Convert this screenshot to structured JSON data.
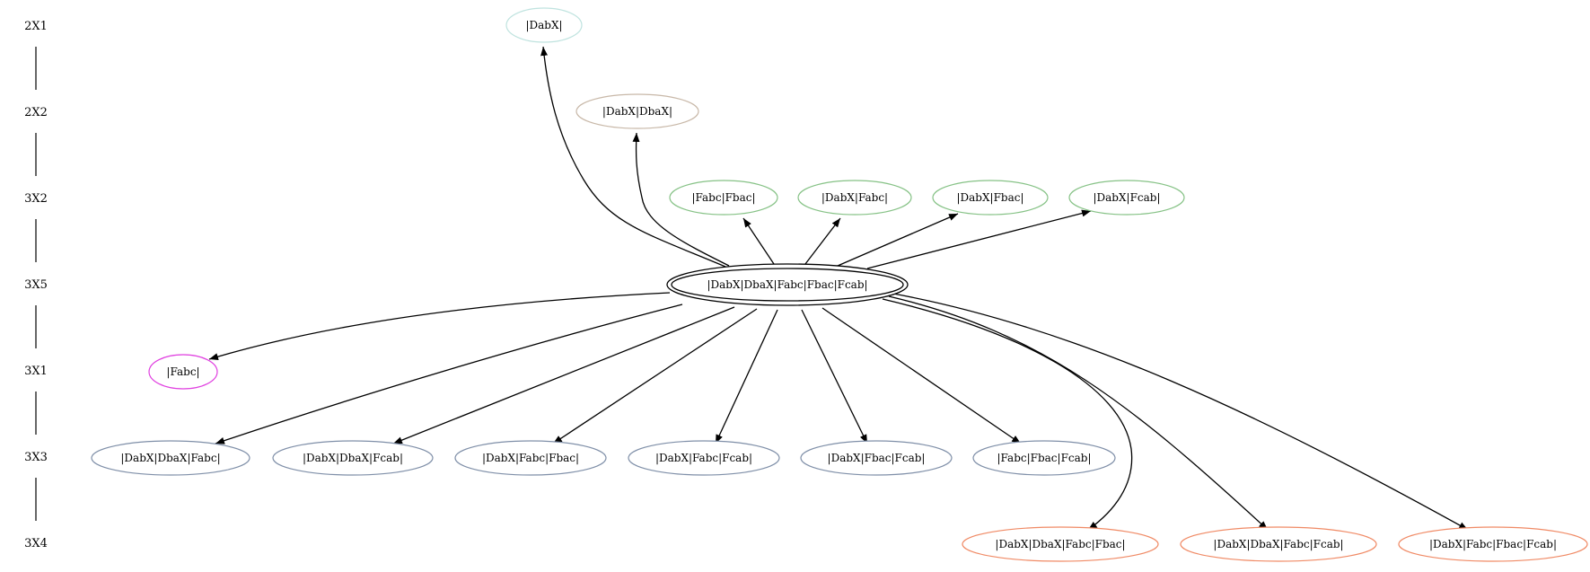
{
  "ranks": [
    {
      "id": "r1",
      "label": "2X1"
    },
    {
      "id": "r2",
      "label": "2X2"
    },
    {
      "id": "r3",
      "label": "3X2"
    },
    {
      "id": "r4",
      "label": "3X5"
    },
    {
      "id": "r5",
      "label": "3X1"
    },
    {
      "id": "r6",
      "label": "3X3"
    },
    {
      "id": "r7",
      "label": "3X4"
    }
  ],
  "nodes": [
    {
      "id": "n_dabx",
      "label": "|DabX|",
      "rank": "2X1",
      "color": "#bfe3df"
    },
    {
      "id": "n_dabx_dbax",
      "label": "|DabX|DbaX|",
      "rank": "2X2",
      "color": "#c8b8a8"
    },
    {
      "id": "n_fabc_fbac",
      "label": "|Fabc|Fbac|",
      "rank": "3X2",
      "color": "#86c286"
    },
    {
      "id": "n_dabx_fabc",
      "label": "|DabX|Fabc|",
      "rank": "3X2",
      "color": "#86c286"
    },
    {
      "id": "n_dabx_fbac",
      "label": "|DabX|Fbac|",
      "rank": "3X2",
      "color": "#86c286"
    },
    {
      "id": "n_dabx_fcab",
      "label": "|DabX|Fcab|",
      "rank": "3X2",
      "color": "#86c286"
    },
    {
      "id": "n_center",
      "label": "|DabX|DbaX|Fabc|Fbac|Fcab|",
      "rank": "3X5",
      "color": "#000000",
      "double": true
    },
    {
      "id": "n_fabc",
      "label": "|Fabc|",
      "rank": "3X1",
      "color": "#e040e0"
    },
    {
      "id": "n_dabx_dbax_fabc",
      "label": "|DabX|DbaX|Fabc|",
      "rank": "3X3",
      "color": "#7f8fa8"
    },
    {
      "id": "n_dabx_dbax_fcab",
      "label": "|DabX|DbaX|Fcab|",
      "rank": "3X3",
      "color": "#7f8fa8"
    },
    {
      "id": "n_dabx_fabc_fbac",
      "label": "|DabX|Fabc|Fbac|",
      "rank": "3X3",
      "color": "#7f8fa8"
    },
    {
      "id": "n_dabx_fabc_fcab",
      "label": "|DabX|Fabc|Fcab|",
      "rank": "3X3",
      "color": "#7f8fa8"
    },
    {
      "id": "n_dabx_fbac_fcab",
      "label": "|DabX|Fbac|Fcab|",
      "rank": "3X3",
      "color": "#7f8fa8"
    },
    {
      "id": "n_fabc_fbac_fcab",
      "label": "|Fabc|Fbac|Fcab|",
      "rank": "3X3",
      "color": "#7f8fa8"
    },
    {
      "id": "n_dabx_dbax_fabc_fbac",
      "label": "|DabX|DbaX|Fabc|Fbac|",
      "rank": "3X4",
      "color": "#f08a65"
    },
    {
      "id": "n_dabx_dbax_fabc_fcab",
      "label": "|DabX|DbaX|Fabc|Fcab|",
      "rank": "3X4",
      "color": "#f08a65"
    },
    {
      "id": "n_dabx_fabc_fbac_fcab",
      "label": "|DabX|Fabc|Fbac|Fcab|",
      "rank": "3X4",
      "color": "#f08a65"
    }
  ],
  "edges": [
    {
      "from": "n_center",
      "to": "n_dabx"
    },
    {
      "from": "n_center",
      "to": "n_dabx_dbax"
    },
    {
      "from": "n_center",
      "to": "n_fabc_fbac"
    },
    {
      "from": "n_center",
      "to": "n_dabx_fabc"
    },
    {
      "from": "n_center",
      "to": "n_dabx_fbac"
    },
    {
      "from": "n_center",
      "to": "n_dabx_fcab"
    },
    {
      "from": "n_center",
      "to": "n_fabc"
    },
    {
      "from": "n_center",
      "to": "n_dabx_dbax_fabc"
    },
    {
      "from": "n_center",
      "to": "n_dabx_dbax_fcab"
    },
    {
      "from": "n_center",
      "to": "n_dabx_fabc_fbac"
    },
    {
      "from": "n_center",
      "to": "n_dabx_fabc_fcab"
    },
    {
      "from": "n_center",
      "to": "n_dabx_fbac_fcab"
    },
    {
      "from": "n_center",
      "to": "n_fabc_fbac_fcab"
    },
    {
      "from": "n_center",
      "to": "n_dabx_dbax_fabc_fbac"
    },
    {
      "from": "n_center",
      "to": "n_dabx_dbax_fabc_fcab"
    },
    {
      "from": "n_center",
      "to": "n_dabx_fabc_fbac_fcab"
    }
  ]
}
